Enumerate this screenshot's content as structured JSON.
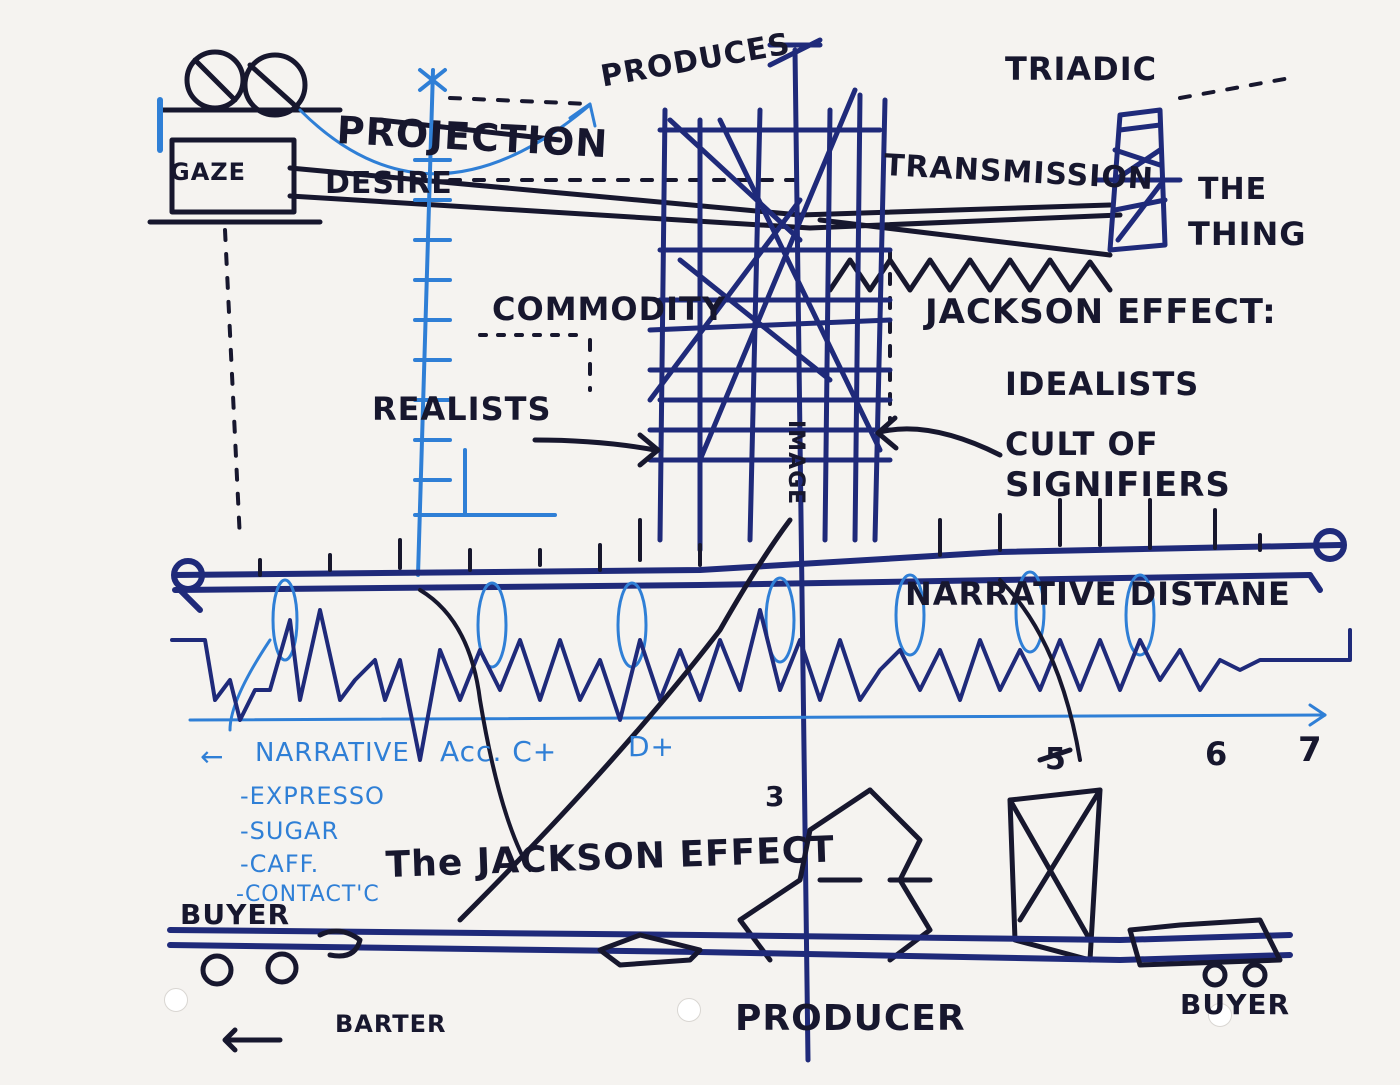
{
  "labels": {
    "gaze": "GAZE",
    "projection": "PROJECTION",
    "desire": "DESIRE",
    "produces": "PRODUCES",
    "triadic": "TRIADIC",
    "transmission": "TRANSMISSION",
    "the": "THE",
    "thing": "THING",
    "commodity": "COMMODITY",
    "jackson_effect": "JACKSON EFFECT:",
    "idealists": "IDEALISTS",
    "realists": "REALISTS",
    "cult_of": "CULT OF",
    "signifiers": "SIGNIFIERS",
    "image": "IMAGE",
    "narrative_distance": "NARRATIVE DISTANE",
    "the_jackson_effect": "The JACKSON EFFECT",
    "buyer_left": "BUYER",
    "barter": "BARTER",
    "producer": "PRODUCER",
    "buyer_right": "BUYER",
    "num_3": "3",
    "num_5": "5",
    "num_6": "6",
    "num_7": "7",
    "acc": "Acc. C+",
    "d_plus": "D+"
  },
  "list": {
    "arrow": "←",
    "items": [
      "NARRATIVE",
      "-EXPRESSO",
      "-SUGAR",
      "-CAFF.",
      "-CONTACT'C"
    ]
  },
  "colors": {
    "ink_black": "#17172e",
    "ink_navy": "#1f2a7a",
    "ink_blue": "#2f7fd6",
    "paper": "#f5f3f0"
  }
}
